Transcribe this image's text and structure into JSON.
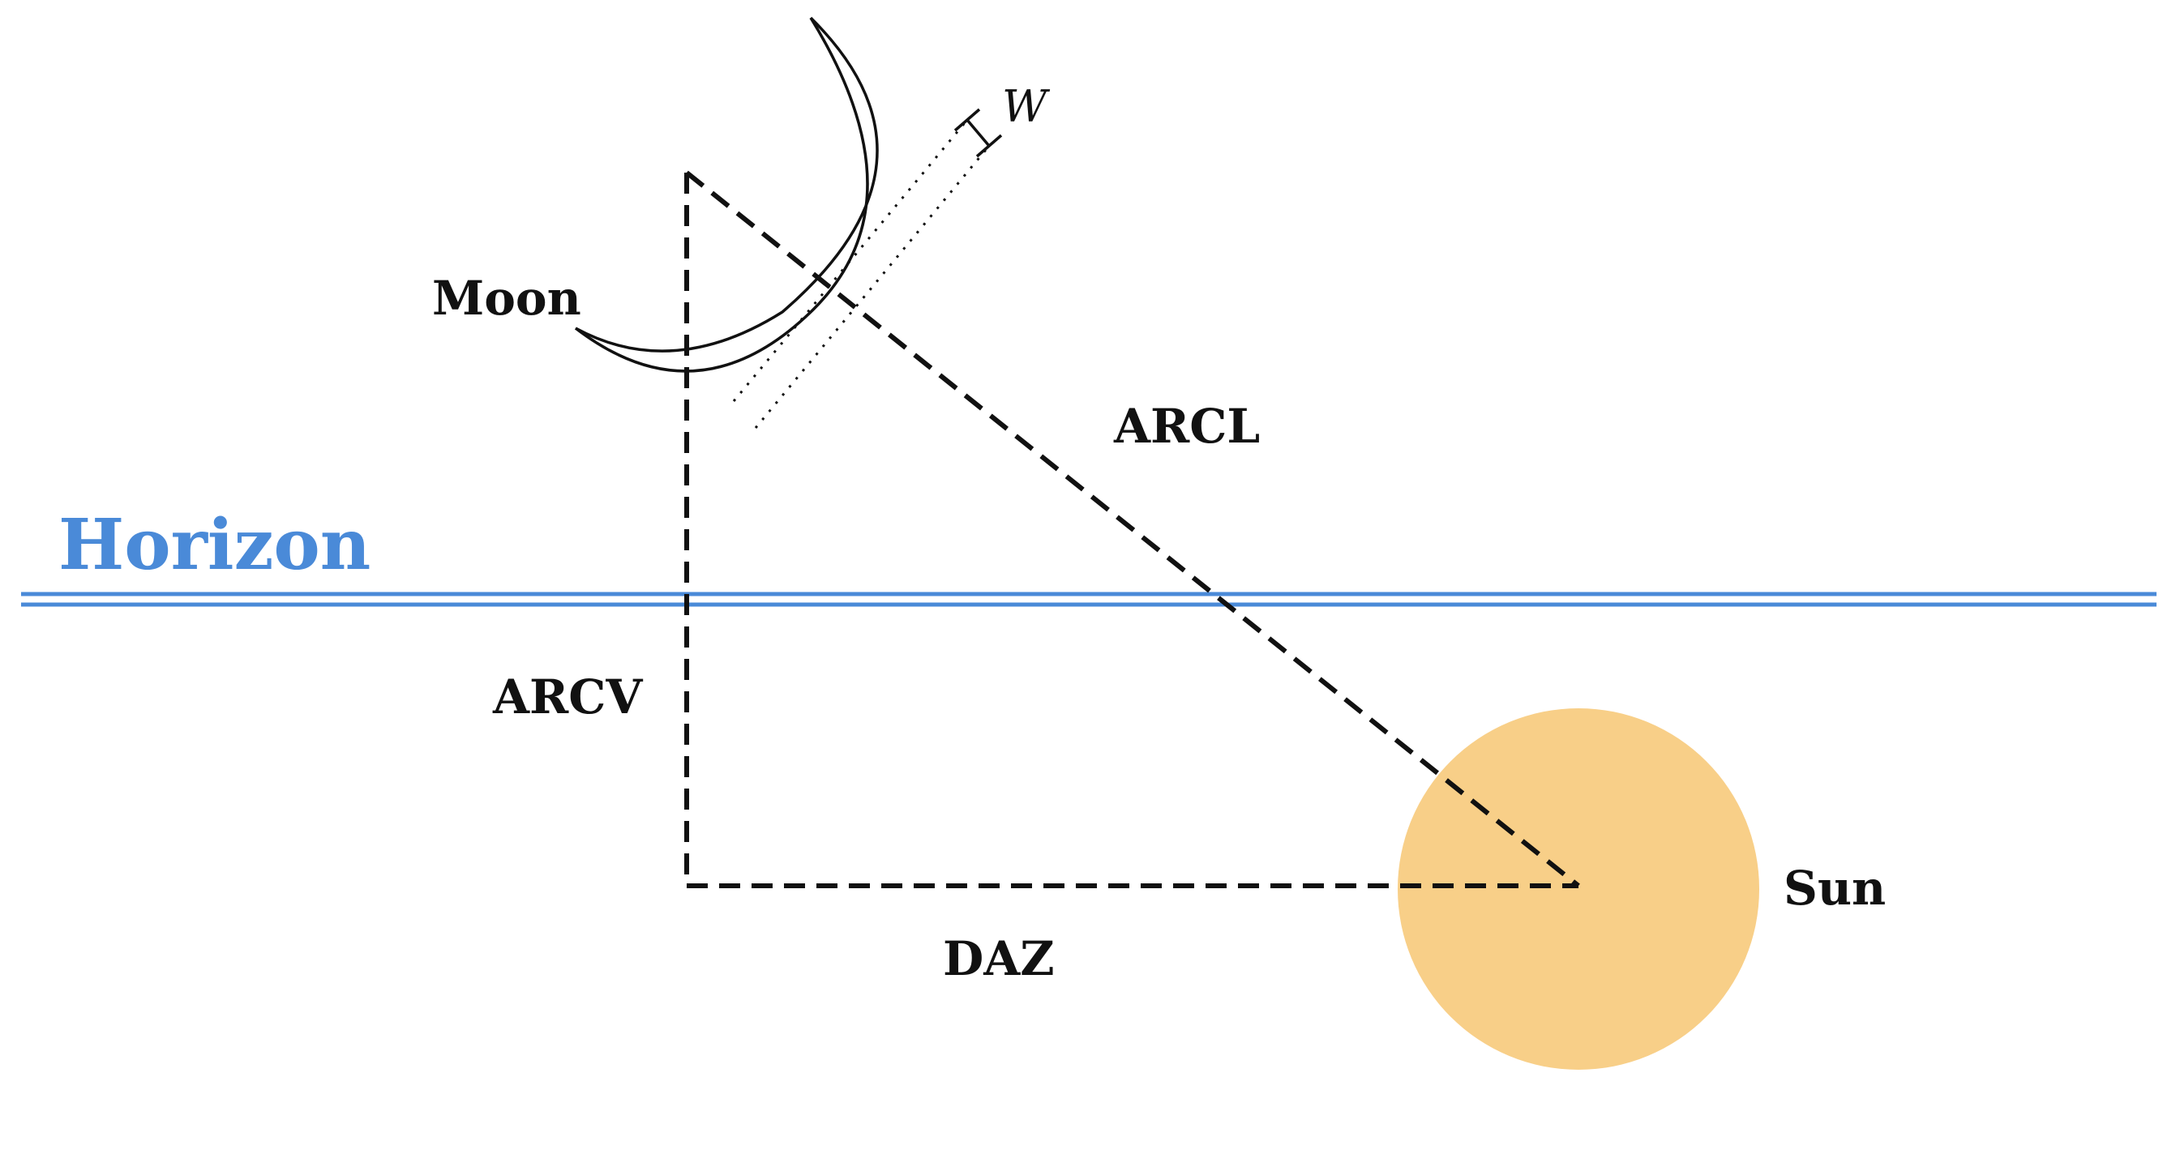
{
  "labels": {
    "horizon": "Horizon",
    "moon": "Moon",
    "sun": "Sun",
    "arcl": "ARCL",
    "arcv": "ARCV",
    "daz": "DAZ",
    "w": "W"
  },
  "colors": {
    "horizon": "#4a8ad8",
    "sun": "#f8cf88",
    "ink": "#111111",
    "background": "#ffffff"
  }
}
